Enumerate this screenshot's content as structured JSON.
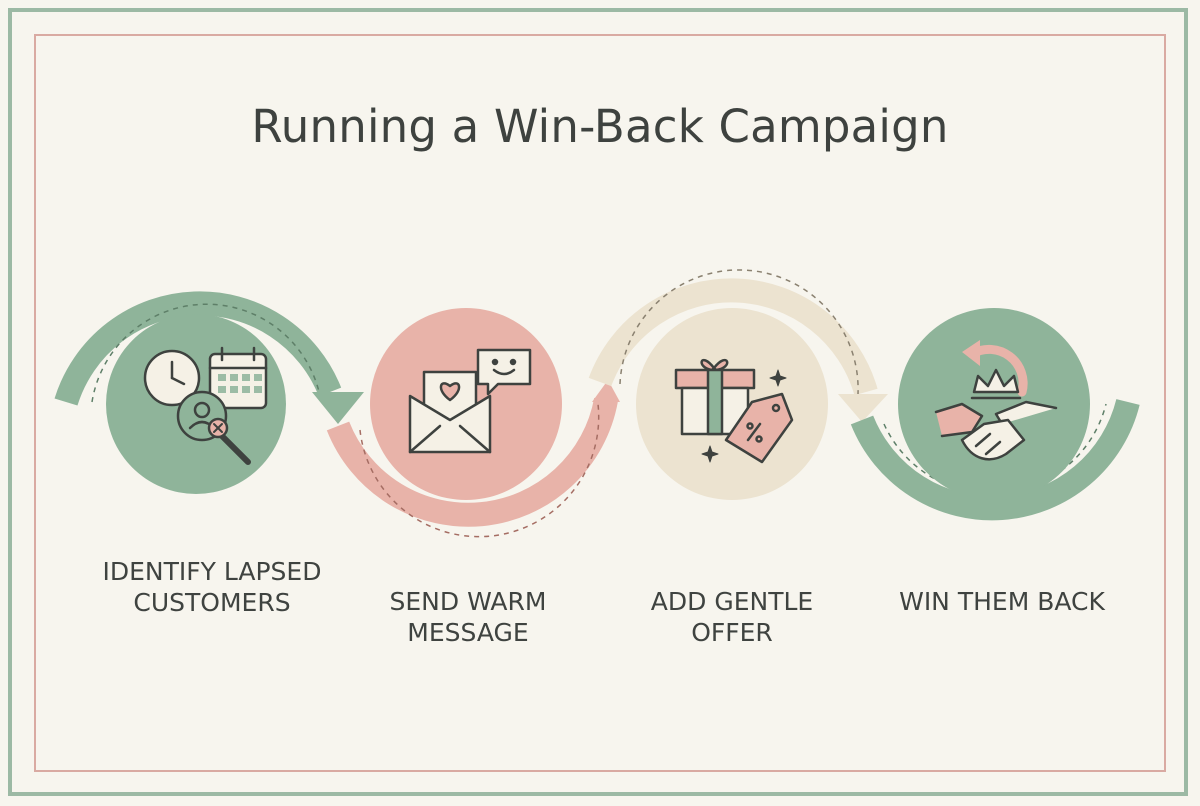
{
  "title": "Running a Win-Back Campaign",
  "colors": {
    "green": "#8fb49a",
    "pink": "#e8b3a9",
    "beige": "#ece3d0",
    "ink": "#3e423f"
  },
  "steps": [
    {
      "label": "Identify Lapsed Customers",
      "icon": "clock-calendar-magnifier-icon",
      "color": "green"
    },
    {
      "label": "Send Warm Message",
      "icon": "envelope-heart-chat-icon",
      "color": "pink"
    },
    {
      "label": "Add Gentle Offer",
      "icon": "gift-price-tag-icon",
      "color": "beige"
    },
    {
      "label": "Win Them Back",
      "icon": "handshake-crown-icon",
      "color": "green"
    }
  ]
}
